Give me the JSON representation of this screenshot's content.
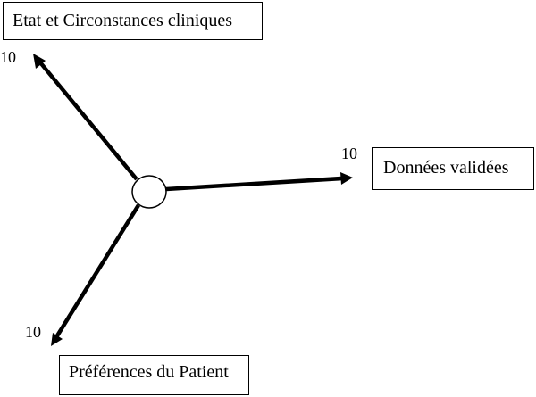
{
  "axes": {
    "clinical": {
      "label": "Etat et Circonstances cliniques",
      "max": "10"
    },
    "evidence": {
      "label": "Données validées",
      "max": "10"
    },
    "patient": {
      "label": "Préférences du Patient",
      "max": "10"
    }
  },
  "colors": {
    "stroke": "#000000",
    "background": "#ffffff"
  }
}
